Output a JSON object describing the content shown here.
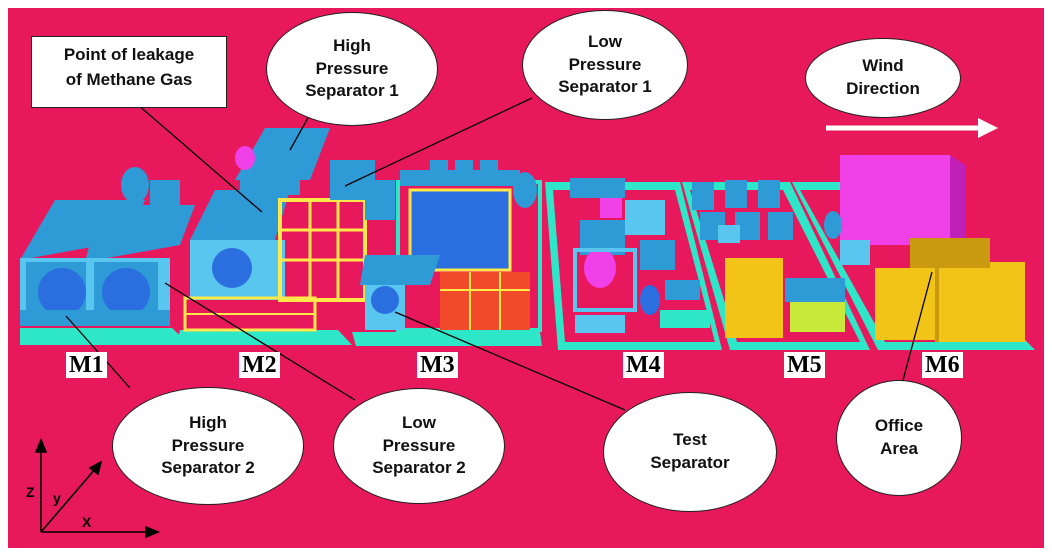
{
  "colors": {
    "background": "#e8185c",
    "slab": "#2ee6c8",
    "equipment": "#2e9ad6",
    "equipment_light": "#58c6ee",
    "vessel": "#2a6ee0",
    "frame_yellow": "#ffe84a",
    "pipe_red": "#f04a2a",
    "tank_magenta": "#f040e8",
    "office_yellow": "#f2c418",
    "office_dark": "#c99a10",
    "lime": "#c8e83a",
    "leader": "#000000",
    "arrow": "#ffffff"
  },
  "callouts": {
    "leakage": "Point of leakage\nof Methane Gas",
    "hps1": "High\nPressure\nSeparator 1",
    "lps1": "Low\nPressure\nSeparator 1",
    "wind": "Wind\nDirection",
    "hps2": "High\nPressure\nSeparator 2",
    "lps2": "Low\nPressure\nSeparator 2",
    "test": "Test\nSeparator",
    "office": "Office\nArea"
  },
  "modules": [
    "M1",
    "M2",
    "M3",
    "M4",
    "M5",
    "M6"
  ],
  "axes": {
    "z": "Z",
    "y": "y",
    "x": "X"
  }
}
